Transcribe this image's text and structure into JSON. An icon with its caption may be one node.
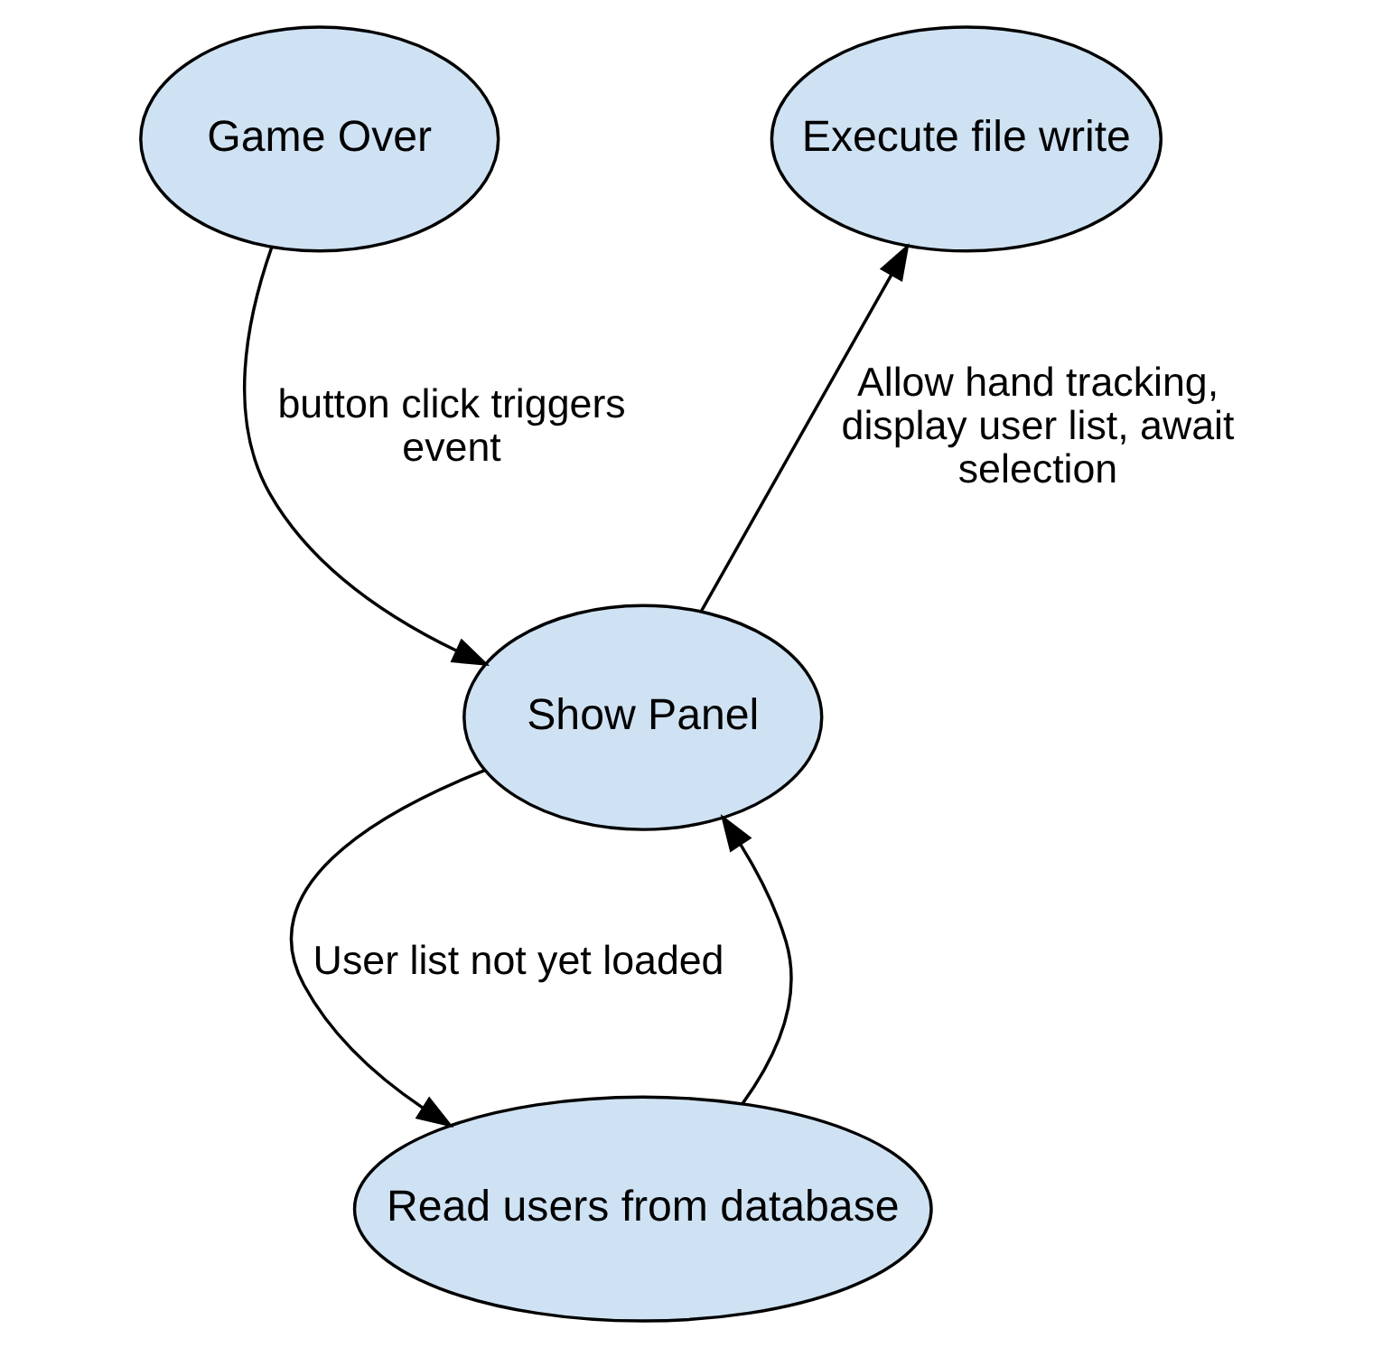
{
  "diagram": {
    "nodes": [
      {
        "text": [
          "Game Over"
        ]
      },
      {
        "text": [
          "Execute file write"
        ]
      },
      {
        "text": [
          "Show Panel"
        ]
      },
      {
        "text": [
          "Read users from database"
        ]
      }
    ],
    "edges": [
      {
        "from": 0,
        "to": 2,
        "arrow": "to",
        "label": "button click triggers event"
      },
      {
        "from": 2,
        "to": 1,
        "arrow": "to",
        "label": "Allow hand tracking, display user list, await selection"
      },
      {
        "from": 2,
        "to": 3,
        "arrow": "to",
        "label": "User list not yet loaded"
      },
      {
        "from": 3,
        "to": 2,
        "arrow": "to"
      }
    ]
  }
}
